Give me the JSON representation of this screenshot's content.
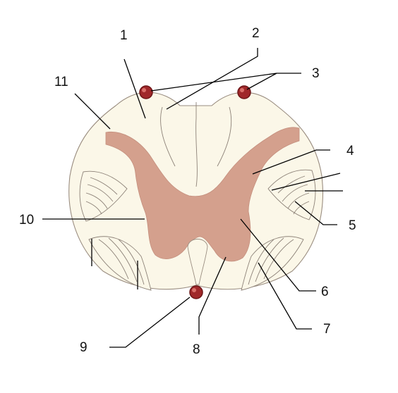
{
  "labels": {
    "l1": "1",
    "l2": "2",
    "l3": "3",
    "l4": "4",
    "l5": "5",
    "l6": "6",
    "l7": "7",
    "l8": "8",
    "l9": "9",
    "l10": "10",
    "l11": "11"
  },
  "colors": {
    "white_matter": "#fbf7e8",
    "grey_matter": "#d4a08d",
    "vessel": "#a0282a",
    "line": "#000000"
  }
}
